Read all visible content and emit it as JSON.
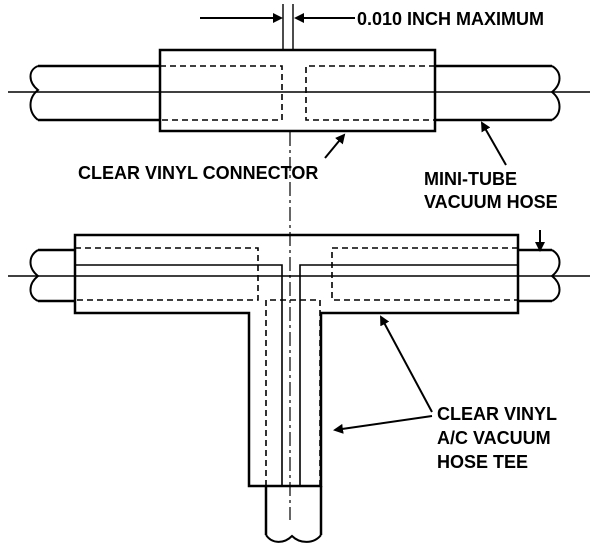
{
  "labels": {
    "gap_spec": "0.010 INCH MAXIMUM",
    "connector": "CLEAR VINYL CONNECTOR",
    "hose_line1": "MINI-TUBE",
    "hose_line2": "VACUUM HOSE",
    "tee_line1": "CLEAR VINYL",
    "tee_line2": "A/C VACUUM",
    "tee_line3": "HOSE TEE"
  },
  "colors": {
    "ink": "#000000",
    "paper": "#ffffff"
  }
}
